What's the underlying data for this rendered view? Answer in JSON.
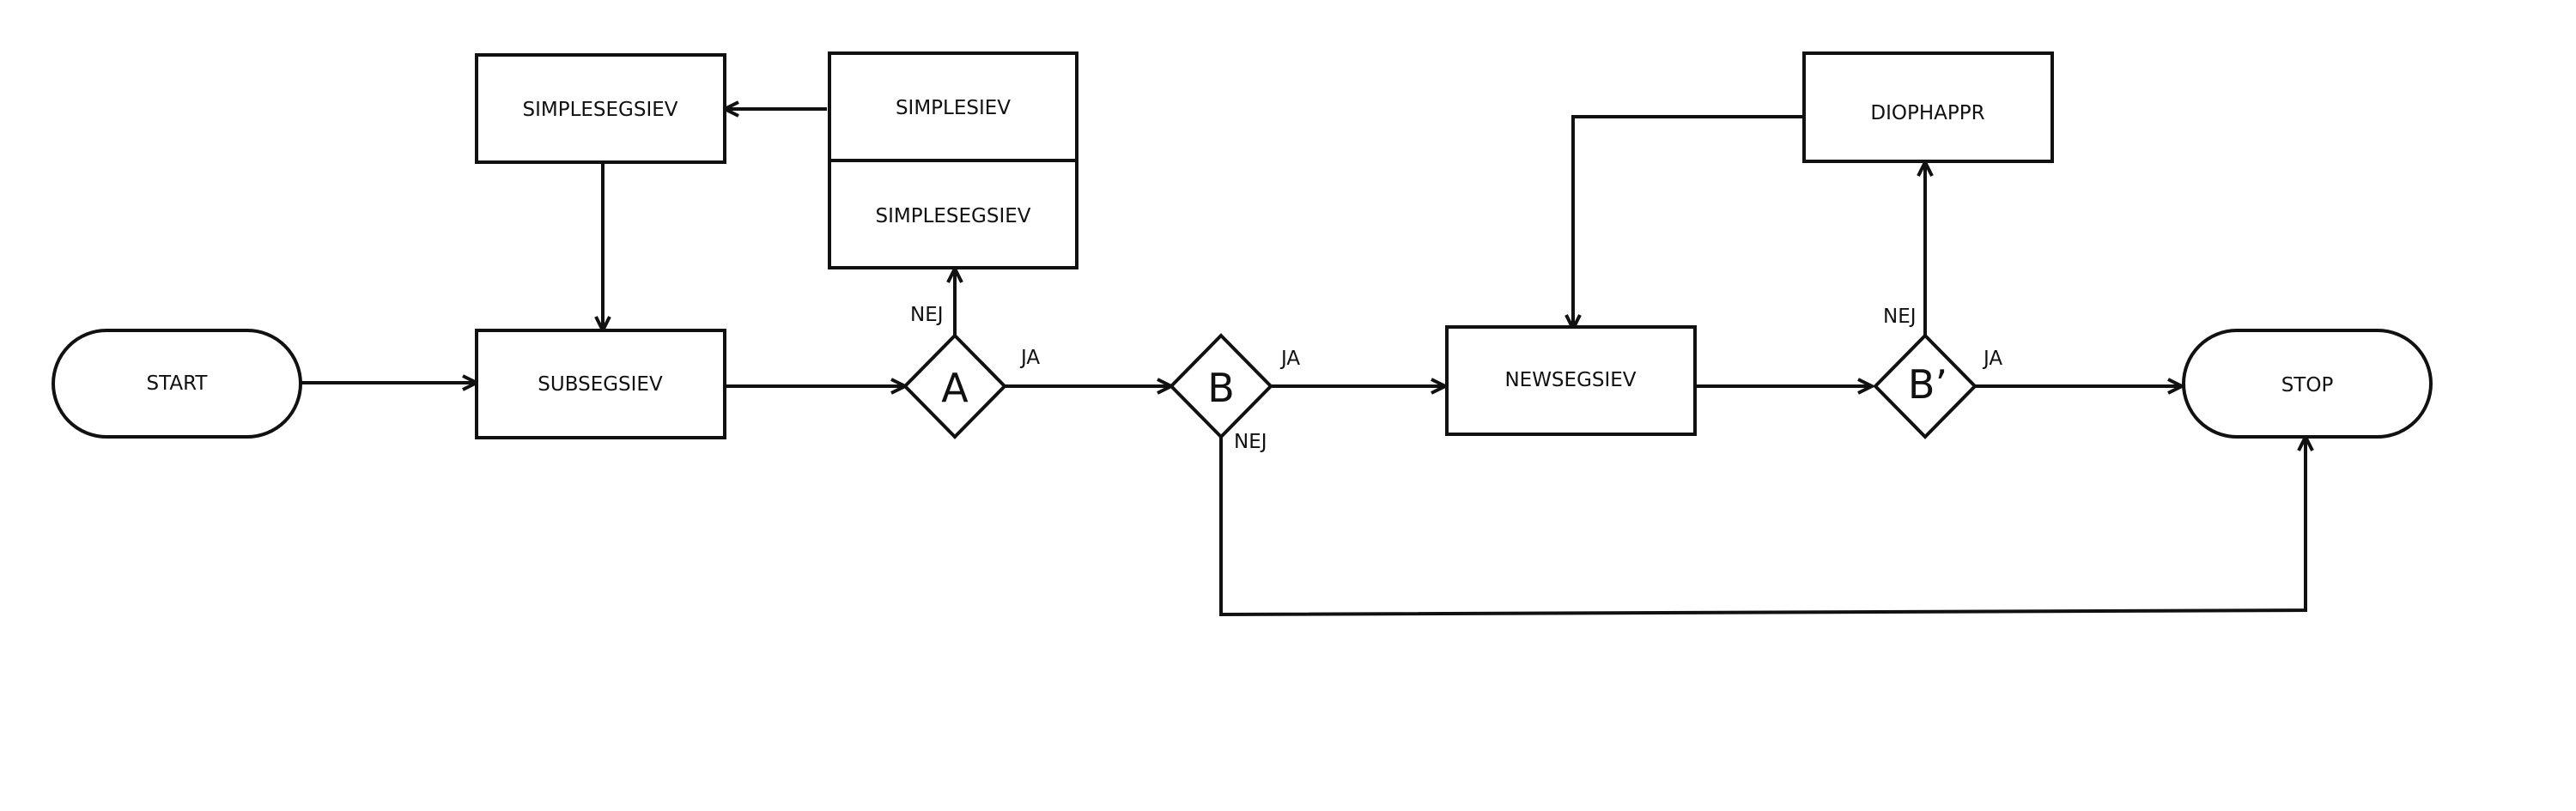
{
  "nodes": {
    "start": "START",
    "subsegsiev": "SUBSEGSIEV",
    "simplesegsiev_top": "SIMPLESEGSIEV",
    "simplesiev": "SIMPLESIEV",
    "simplesegsiev_stack": "SIMPLESEGSIEV",
    "decision_a": "A",
    "decision_b": "B",
    "newsegsiev": "NEWSEGSIEV",
    "diophappr": "DIOPHAPPR",
    "decision_b_prime": "B’",
    "stop": "STOP"
  },
  "edges": {
    "a_no": "NEJ",
    "a_yes": "JA",
    "b_yes": "JA",
    "b_no": "NEJ",
    "bp_no": "NEJ",
    "bp_yes": "JA"
  },
  "colors": {
    "stroke": "#111111",
    "background": "#ffffff"
  }
}
